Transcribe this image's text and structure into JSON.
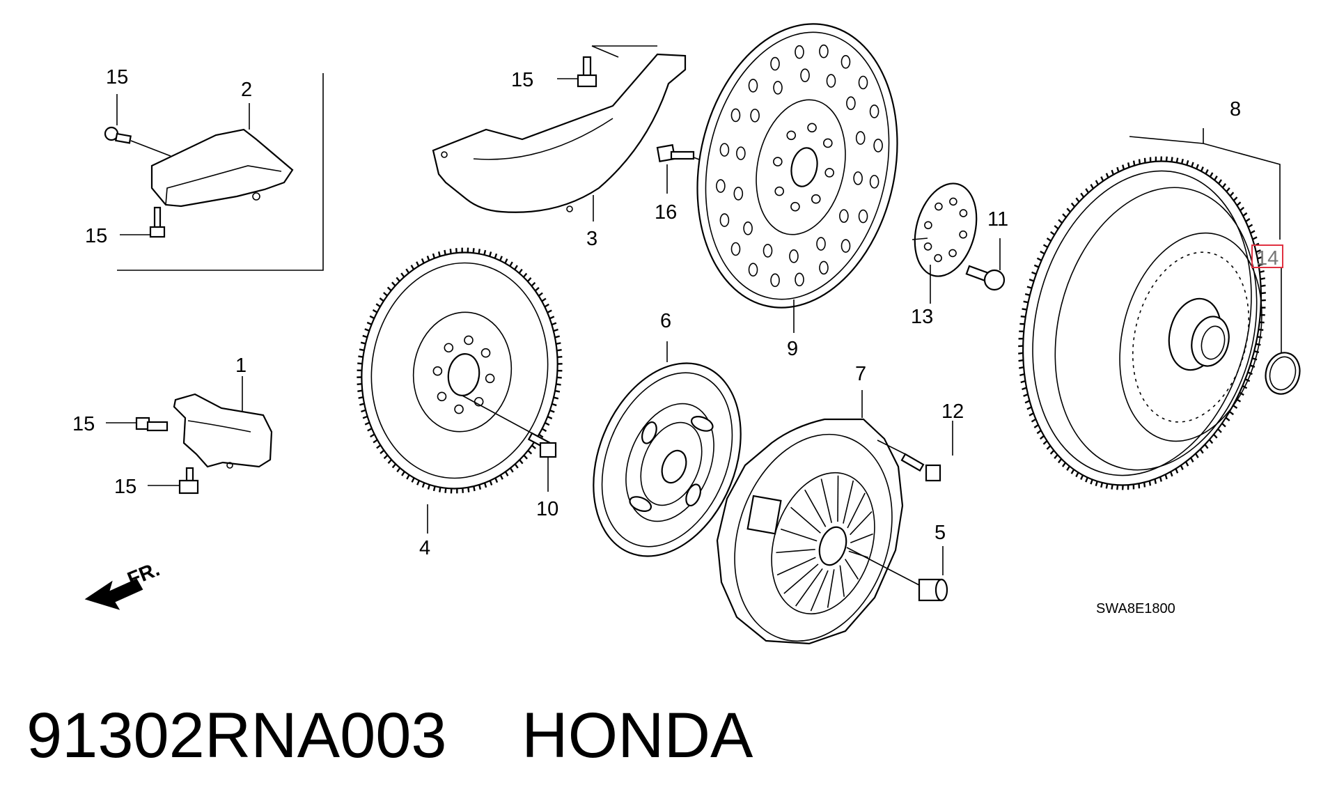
{
  "diagram": {
    "labels": {
      "p1": "1",
      "p2": "2",
      "p3": "3",
      "p4": "4",
      "p5": "5",
      "p6": "6",
      "p7": "7",
      "p8": "8",
      "p9": "9",
      "p10": "10",
      "p11": "11",
      "p12": "12",
      "p13": "13",
      "p14": "14",
      "p15": "15",
      "p16": "16"
    },
    "highlighted_part": "14",
    "highlight_color": "#e03040",
    "front_marker": "FR.",
    "diagram_code": "SWA8E1800"
  },
  "footer": {
    "part_number": "91302RNA003",
    "brand": "HONDA"
  }
}
